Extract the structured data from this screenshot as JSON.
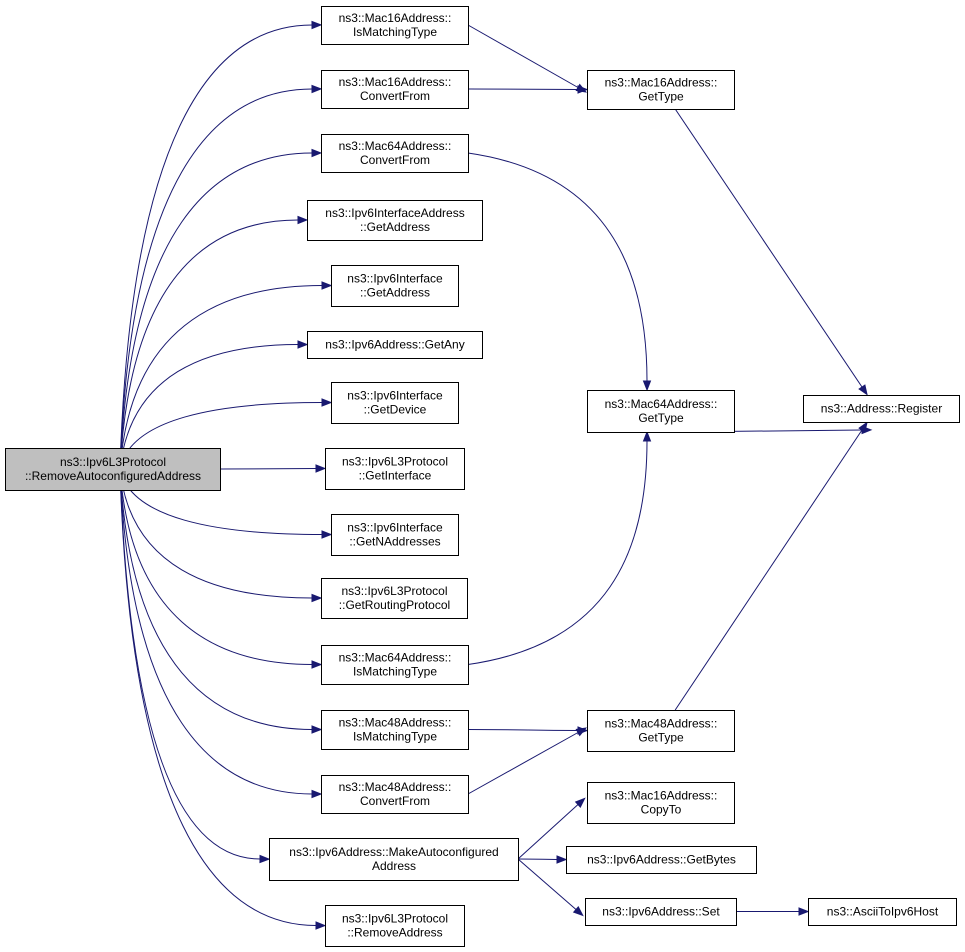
{
  "graph": {
    "root": "n_root",
    "colors": {
      "edge": "#191970",
      "root_fill": "#bfbfbf",
      "node_fill": "#ffffff",
      "border": "#000000"
    },
    "nodes": [
      {
        "id": "n_root",
        "lines": [
          "ns3::Ipv6L3Protocol",
          "::RemoveAutoconfiguredAddress"
        ]
      },
      {
        "id": "n_m16match",
        "lines": [
          "ns3::Mac16Address::",
          "IsMatchingType"
        ]
      },
      {
        "id": "n_m16conv",
        "lines": [
          "ns3::Mac16Address::",
          "ConvertFrom"
        ]
      },
      {
        "id": "n_m64conv",
        "lines": [
          "ns3::Mac64Address::",
          "ConvertFrom"
        ]
      },
      {
        "id": "n_ifaddr_getaddr",
        "lines": [
          "ns3::Ipv6InterfaceAddress",
          "::GetAddress"
        ]
      },
      {
        "id": "n_iface_getaddr",
        "lines": [
          "ns3::Ipv6Interface",
          "::GetAddress"
        ]
      },
      {
        "id": "n_getany",
        "lines": [
          "ns3::Ipv6Address::GetAny"
        ]
      },
      {
        "id": "n_getdevice",
        "lines": [
          "ns3::Ipv6Interface",
          "::GetDevice"
        ]
      },
      {
        "id": "n_getinterface",
        "lines": [
          "ns3::Ipv6L3Protocol",
          "::GetInterface"
        ]
      },
      {
        "id": "n_getnaddr",
        "lines": [
          "ns3::Ipv6Interface",
          "::GetNAddresses"
        ]
      },
      {
        "id": "n_getrouting",
        "lines": [
          "ns3::Ipv6L3Protocol",
          "::GetRoutingProtocol"
        ]
      },
      {
        "id": "n_m64match",
        "lines": [
          "ns3::Mac64Address::",
          "IsMatchingType"
        ]
      },
      {
        "id": "n_m48match",
        "lines": [
          "ns3::Mac48Address::",
          "IsMatchingType"
        ]
      },
      {
        "id": "n_m48conv",
        "lines": [
          "ns3::Mac48Address::",
          "ConvertFrom"
        ]
      },
      {
        "id": "n_makeauto",
        "lines": [
          "ns3::Ipv6Address::MakeAutoconfigured",
          "Address"
        ]
      },
      {
        "id": "n_removeaddr",
        "lines": [
          "ns3::Ipv6L3Protocol",
          "::RemoveAddress"
        ]
      },
      {
        "id": "n_m16type",
        "lines": [
          "ns3::Mac16Address::",
          "GetType"
        ]
      },
      {
        "id": "n_m64type",
        "lines": [
          "ns3::Mac64Address::",
          "GetType"
        ]
      },
      {
        "id": "n_m48type",
        "lines": [
          "ns3::Mac48Address::",
          "GetType"
        ]
      },
      {
        "id": "n_m16copy",
        "lines": [
          "ns3::Mac16Address::",
          "CopyTo"
        ]
      },
      {
        "id": "n_getbytes",
        "lines": [
          "ns3::Ipv6Address::GetBytes"
        ]
      },
      {
        "id": "n_set",
        "lines": [
          "ns3::Ipv6Address::Set"
        ]
      },
      {
        "id": "n_register",
        "lines": [
          "ns3::Address::Register"
        ]
      },
      {
        "id": "n_ascii",
        "lines": [
          "ns3::AsciiToIpv6Host"
        ]
      }
    ],
    "edges": [
      {
        "from": "n_root",
        "to": "n_m16match"
      },
      {
        "from": "n_root",
        "to": "n_m16conv"
      },
      {
        "from": "n_root",
        "to": "n_m64conv"
      },
      {
        "from": "n_root",
        "to": "n_ifaddr_getaddr"
      },
      {
        "from": "n_root",
        "to": "n_iface_getaddr"
      },
      {
        "from": "n_root",
        "to": "n_getany"
      },
      {
        "from": "n_root",
        "to": "n_getdevice"
      },
      {
        "from": "n_root",
        "to": "n_getinterface"
      },
      {
        "from": "n_root",
        "to": "n_getnaddr"
      },
      {
        "from": "n_root",
        "to": "n_getrouting"
      },
      {
        "from": "n_root",
        "to": "n_m64match"
      },
      {
        "from": "n_root",
        "to": "n_m48match"
      },
      {
        "from": "n_root",
        "to": "n_m48conv"
      },
      {
        "from": "n_root",
        "to": "n_makeauto"
      },
      {
        "from": "n_root",
        "to": "n_removeaddr"
      },
      {
        "from": "n_m16match",
        "to": "n_m16type"
      },
      {
        "from": "n_m16conv",
        "to": "n_m16type"
      },
      {
        "from": "n_m16type",
        "to": "n_register"
      },
      {
        "from": "n_m64conv",
        "to": "n_m64type"
      },
      {
        "from": "n_m64match",
        "to": "n_m64type"
      },
      {
        "from": "n_m64type",
        "to": "n_register"
      },
      {
        "from": "n_m48match",
        "to": "n_m48type"
      },
      {
        "from": "n_m48conv",
        "to": "n_m48type"
      },
      {
        "from": "n_m48type",
        "to": "n_register"
      },
      {
        "from": "n_makeauto",
        "to": "n_m16copy"
      },
      {
        "from": "n_makeauto",
        "to": "n_getbytes"
      },
      {
        "from": "n_makeauto",
        "to": "n_set"
      },
      {
        "from": "n_set",
        "to": "n_ascii"
      }
    ]
  }
}
